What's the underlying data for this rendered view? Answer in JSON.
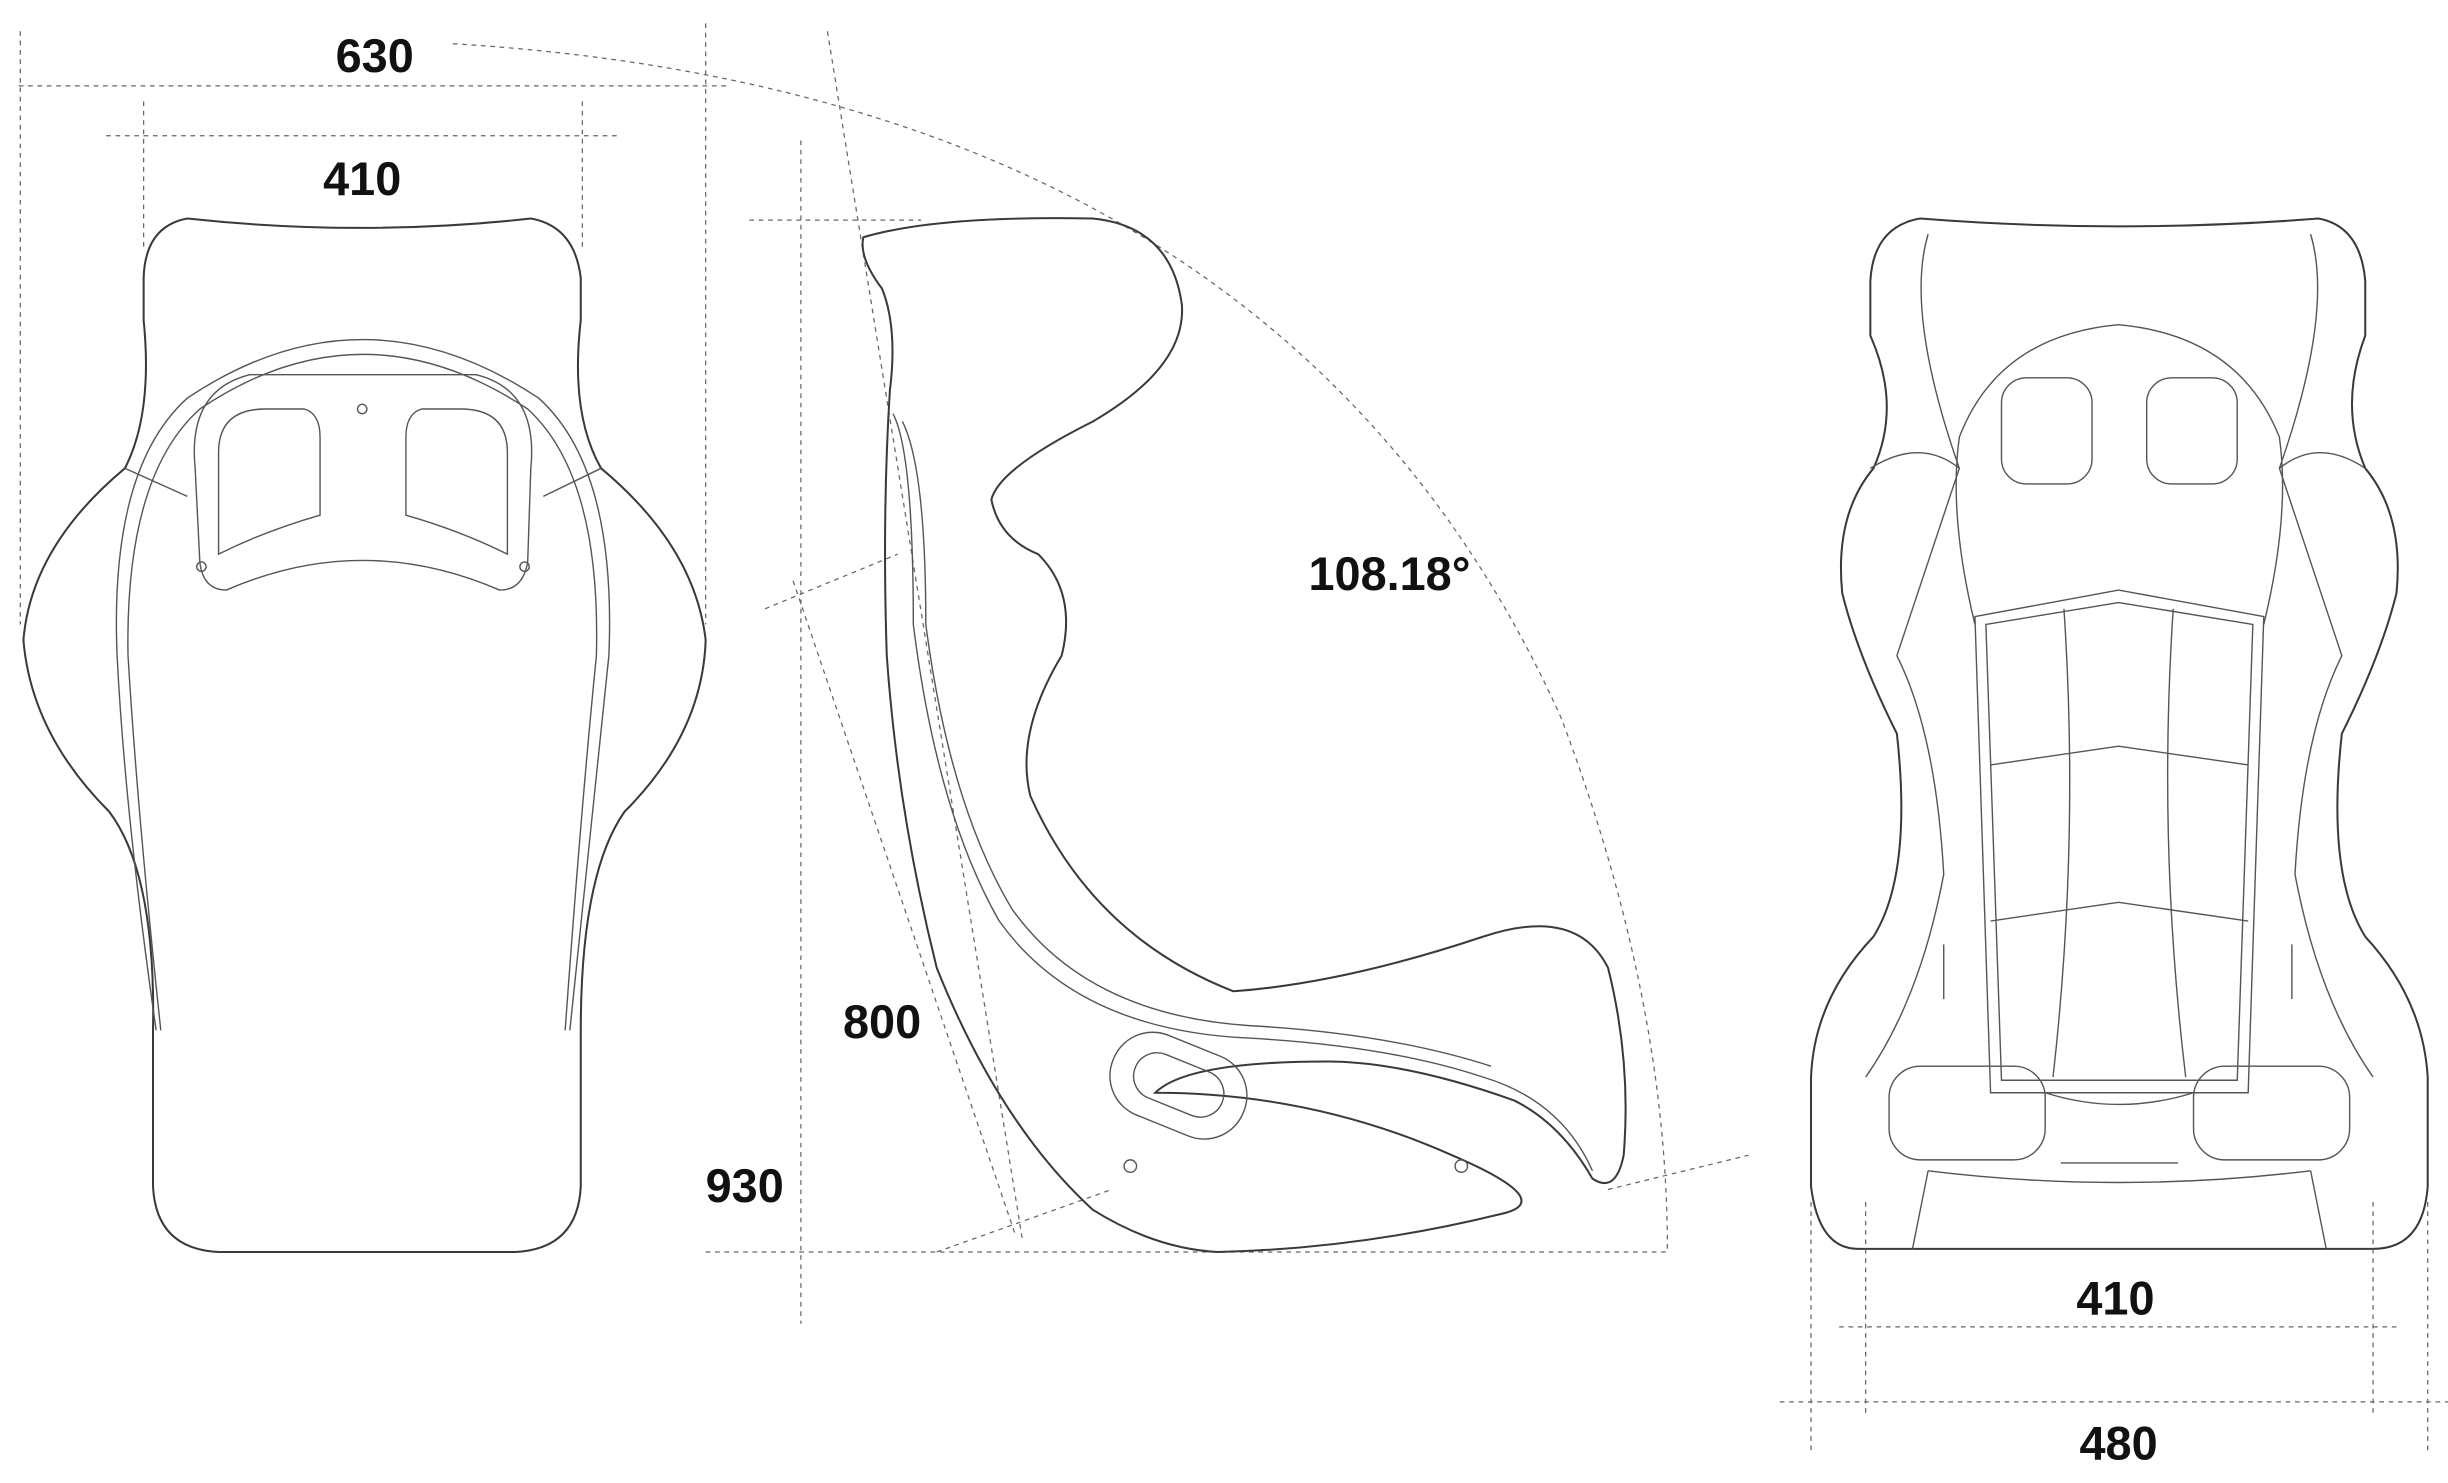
{
  "title": "Seat dimension drawing",
  "rear_view": {
    "overall_width": "630",
    "headrest_width": "410"
  },
  "side_view": {
    "recline_angle": "108.18°",
    "back_height": "800",
    "overall_height": "930"
  },
  "front_view": {
    "seat_width": "410",
    "base_width": "480"
  },
  "colors": {
    "line": "#3a3a3a",
    "text": "#111111",
    "background": "#ffffff"
  }
}
